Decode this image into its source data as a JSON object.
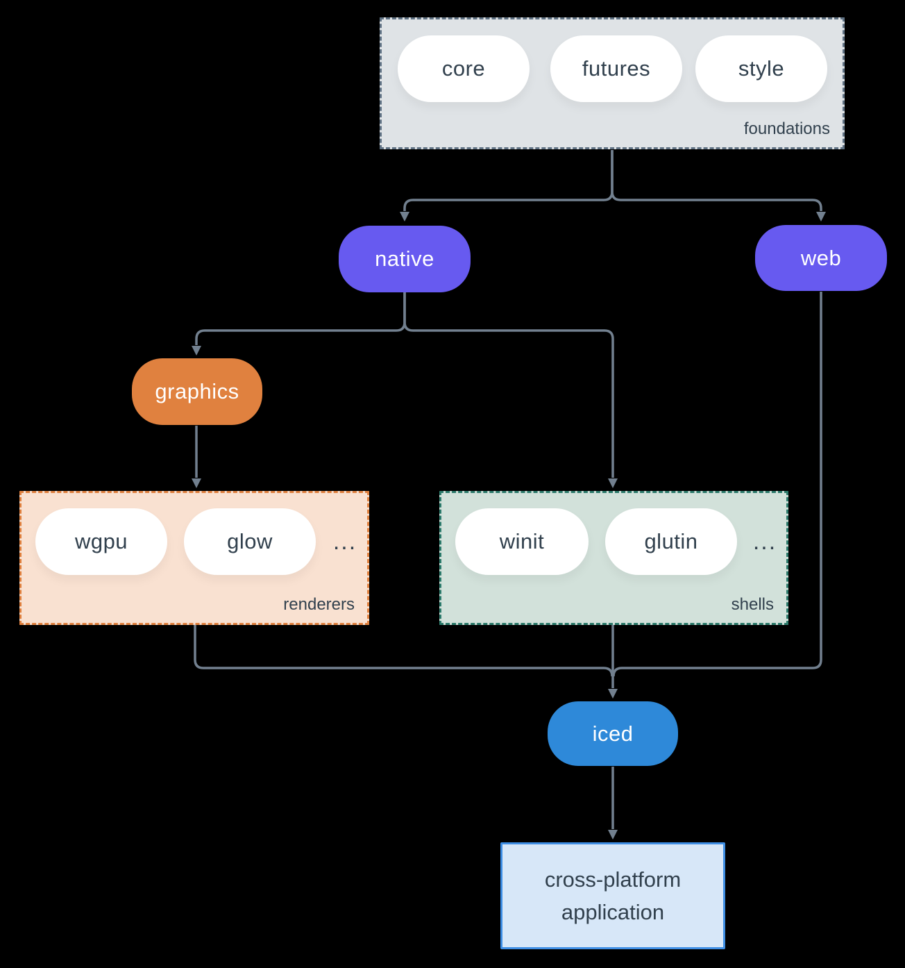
{
  "colors": {
    "background": "#000000",
    "connector": "#72808f",
    "foundations_fill": "#dfe3e6",
    "foundations_border": "#5f7183",
    "renderers_fill": "#f9e1d1",
    "renderers_border": "#e0813f",
    "shells_fill": "#d2e1da",
    "shells_border": "#2c7a6b",
    "node_purple": "#675af0",
    "node_orange": "#e0813f",
    "node_blue": "#2e89d9",
    "app_fill": "#d7e7f8",
    "app_border": "#3e8ee4",
    "pill_fill": "#ffffff",
    "text_dark": "#31404d",
    "text_light": "#ffffff"
  },
  "foundations": {
    "label": "foundations",
    "pills": [
      "core",
      "futures",
      "style"
    ]
  },
  "native": {
    "label": "native"
  },
  "web": {
    "label": "web"
  },
  "graphics": {
    "label": "graphics"
  },
  "renderers": {
    "label": "renderers",
    "pills": [
      "wgpu",
      "glow"
    ],
    "ellipsis": "..."
  },
  "shells": {
    "label": "shells",
    "pills": [
      "winit",
      "glutin"
    ],
    "ellipsis": "..."
  },
  "iced": {
    "label": "iced"
  },
  "application": {
    "label": "cross-platform application"
  }
}
